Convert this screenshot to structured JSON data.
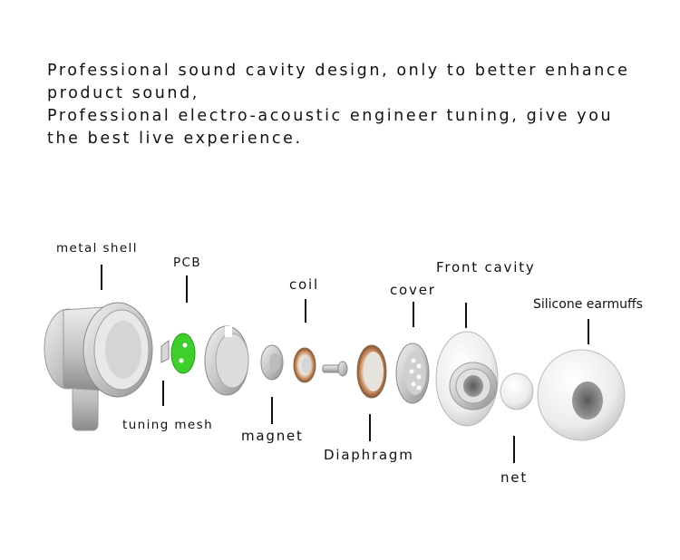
{
  "intro": {
    "line1": "Professional sound cavity design, only to better enhance",
    "line2": "product sound,",
    "line3": "Professional electro-acoustic engineer tuning, give you",
    "line4": "the best live experience."
  },
  "components": {
    "metal_shell": "metal shell",
    "pcb": "PCB",
    "coil": "coil",
    "cover": "cover",
    "front_cavity": "Front cavity",
    "silicone_earmuffs": "Silicone earmuffs",
    "tuning_mesh": "tuning mesh",
    "magnet": "magnet",
    "diaphragm": "Diaphragm",
    "net": "net"
  },
  "colors": {
    "pcb_green": "#3ecf2c",
    "metal": "#c9c9c9",
    "copper": "#c98a5a"
  }
}
